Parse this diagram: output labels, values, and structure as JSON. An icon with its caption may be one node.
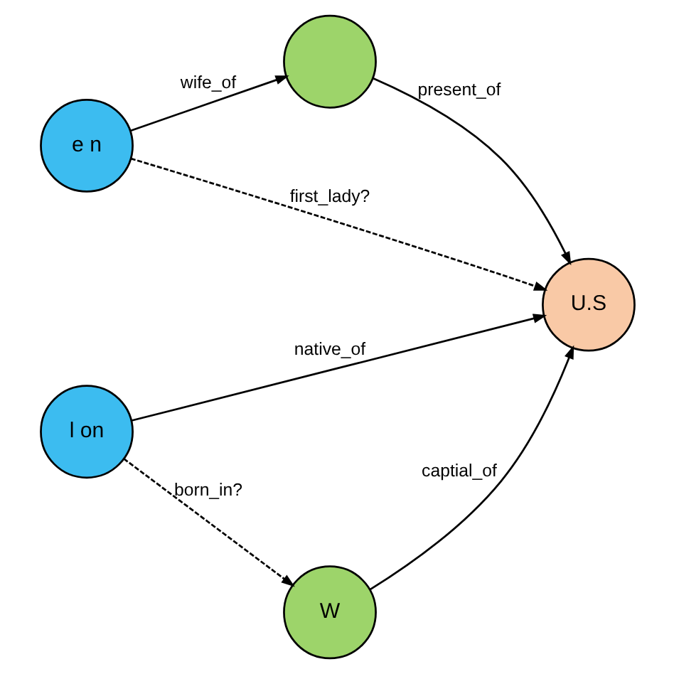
{
  "diagram": {
    "nodes": [
      {
        "text": [
          "e n"
        ]
      },
      {
        "text": [],
        "shape": "circle"
      },
      {
        "text": [
          "U.S"
        ]
      },
      {
        "text": [
          "l on"
        ]
      },
      {
        "text": [
          "W"
        ]
      }
    ],
    "edges": [
      {
        "from": 0,
        "to": 1,
        "arrow": "to",
        "label": "wife_of"
      },
      {
        "from": 0,
        "to": 2,
        "arrow": "to",
        "label": "first_lady?",
        "style": "dashed"
      },
      {
        "from": 1,
        "to": 2,
        "arrow": "to",
        "label": "present_of"
      },
      {
        "from": 3,
        "to": 2,
        "arrow": "to",
        "label": "native_of"
      },
      {
        "from": 4,
        "to": 2,
        "arrow": "to",
        "label": "captial_of"
      },
      {
        "from": 3,
        "to": 4,
        "arrow": "to",
        "label": "born_in?",
        "style": "dashed"
      }
    ]
  }
}
